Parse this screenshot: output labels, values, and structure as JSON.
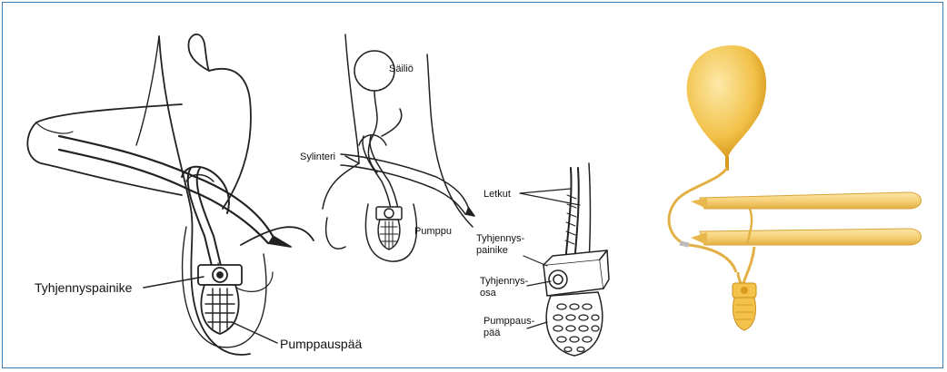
{
  "labels": {
    "drain_button": "Tyhjennyspainike",
    "pump_head": "Pumppauspää",
    "reservoir": "Säiliö",
    "cylinder": "Sylinteri",
    "pump": "Pumppu",
    "tubes": "Letkut",
    "drain_button_2a": "Tyhjennys-",
    "drain_button_2b": "painike",
    "drain_part_a": "Tyhjennys-",
    "drain_part_b": "osa",
    "pump_head_2a": "Pumppaus-",
    "pump_head_2b": "pää"
  },
  "colors": {
    "frame_border": "#3b7fc0",
    "device_yellow": "#f2c24a",
    "device_light": "#f8dc8c"
  }
}
